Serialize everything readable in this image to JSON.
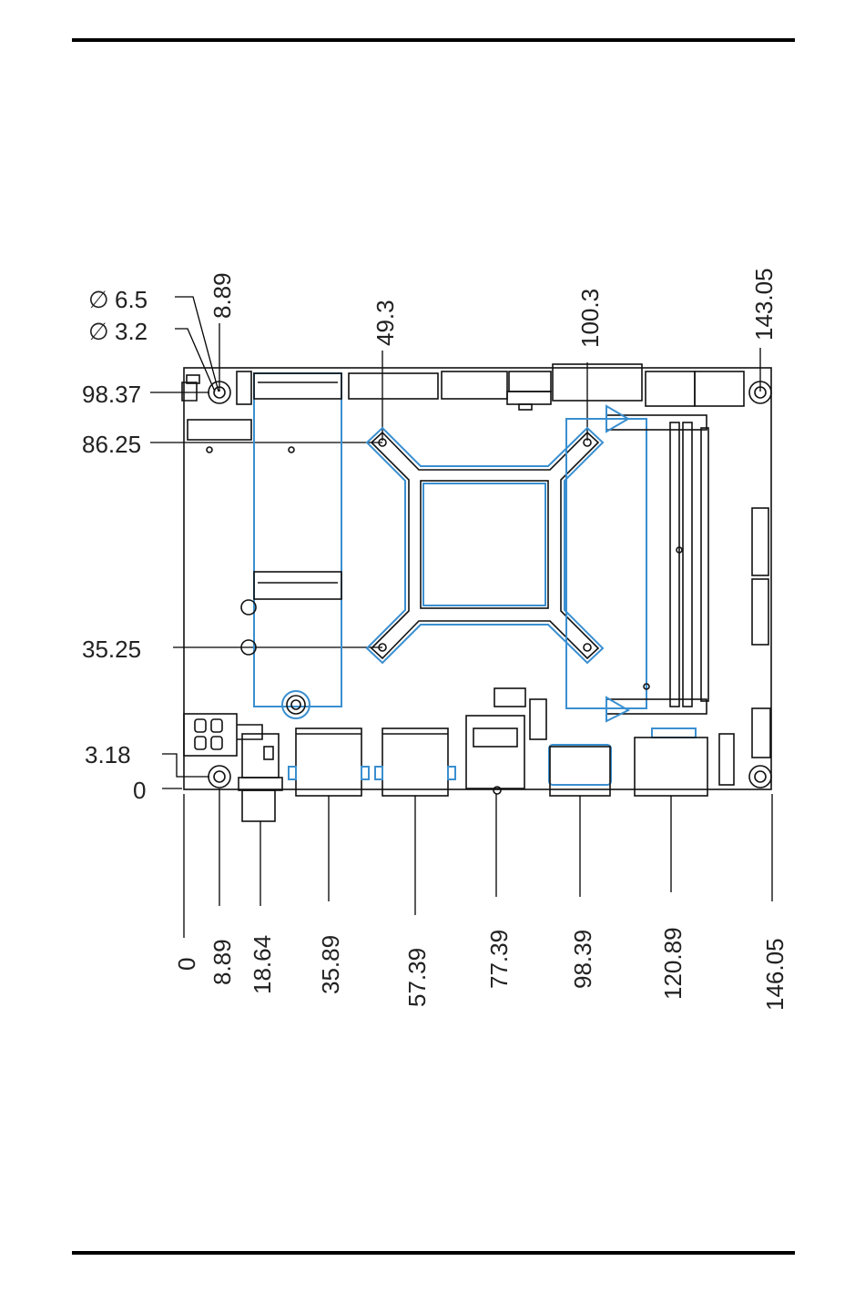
{
  "diameters": {
    "outer": "6.5",
    "inner": "3.2",
    "symbol": "∅"
  },
  "top_dims": [
    "8.89",
    "49.3",
    "100.3",
    "143.05"
  ],
  "left_dims": [
    "98.37",
    "86.25",
    "35.25",
    "3.18",
    "0"
  ],
  "bottom_dims": [
    "0",
    "8.89",
    "18.64",
    "35.89",
    "57.39",
    "77.39",
    "98.39",
    "120.89",
    "146.05"
  ],
  "colors": {
    "outline": "#000000",
    "highlight": "#3a8fd0",
    "text": "#222222"
  },
  "icons": {
    "hole": "mounting-hole-icon"
  }
}
